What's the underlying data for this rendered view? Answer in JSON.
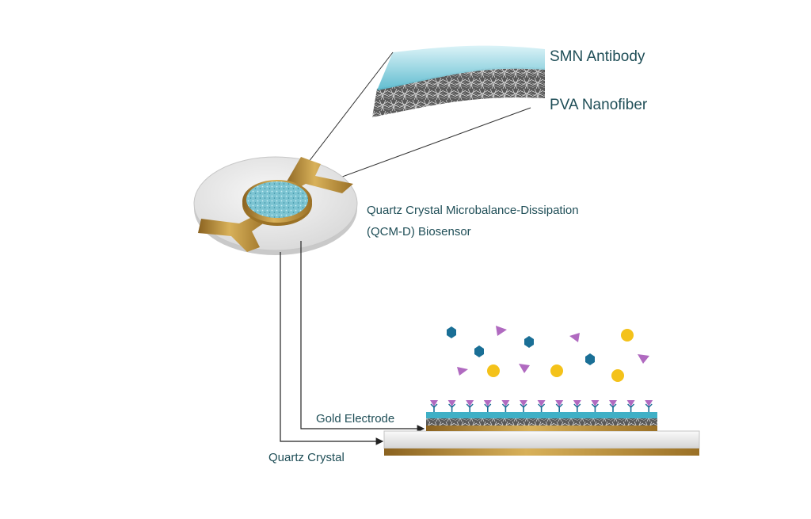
{
  "labels": {
    "antibody": "SMN Antibody",
    "nanofiber": "PVA Nanofiber",
    "sensor_line1": "Quartz Crystal Microbalance-Dissipation",
    "sensor_line2": "(QCM-D) Biosensor",
    "gold_electrode": "Gold Electrode",
    "quartz_crystal": "Quartz Crystal"
  },
  "colors": {
    "text": "#1f4e57",
    "gold": "#b8892b",
    "quartz": "#e6e6e6",
    "antibody_layer": "#6fc5d6",
    "nanofiber_layer": "#8a8a8a",
    "hexagon": "#1a6f96",
    "triangle": "#b06ac0",
    "circle": "#f4c21a"
  },
  "icons": [
    "antibody-y-icon",
    "hexagon-particle-icon",
    "triangle-particle-icon",
    "circle-particle-icon"
  ]
}
